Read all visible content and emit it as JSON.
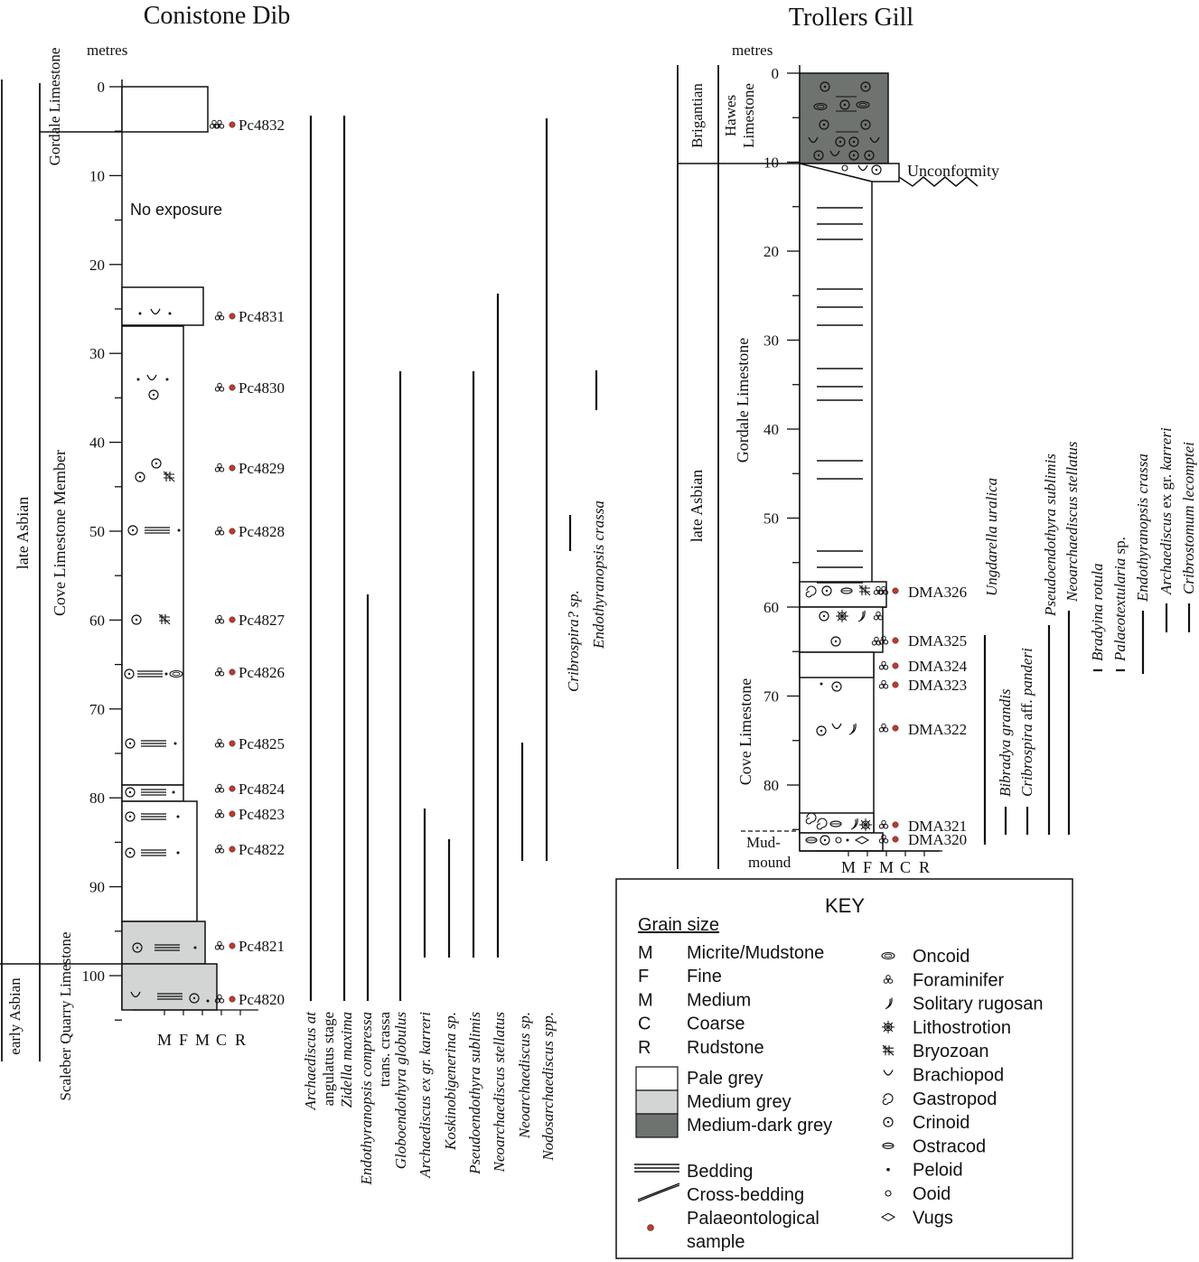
{
  "left_column": {
    "title": "Conistone Dib",
    "units_label": "metres",
    "depth_ticks": [
      "0",
      "10",
      "20",
      "30",
      "40",
      "50",
      "60",
      "70",
      "80",
      "90",
      "100"
    ],
    "stage_labels": [
      "late Asbian",
      "early Asbian"
    ],
    "unit_labels": [
      "Gordale Limestone",
      "Cove Limestone Member",
      "Scaleber Quarry Limestone"
    ],
    "no_exposure": "No exposure",
    "grain_axis": [
      "M",
      "F",
      "M",
      "C",
      "R"
    ],
    "samples": [
      "Pc4832",
      "Pc4831",
      "Pc4830",
      "Pc4829",
      "Pc4828",
      "Pc4827",
      "Pc4826",
      "Pc4825",
      "Pc4824",
      "Pc4823",
      "Pc4822",
      "Pc4821",
      "Pc4820"
    ],
    "taxa": [
      "Archaediscus at angulatus stage",
      "Zidella maxima",
      "Endothyranopsis compressa trans. crassa",
      "Globoendothyra globulus",
      "Archaediscus ex gr. karreri",
      "Koskinobigenerina sp.",
      "Pseudoendothyra sublimis",
      "Neoarchaediscus stellatus",
      "Neoarchaediscus sp.",
      "Nodosarchaediscus spp.",
      "Cribrospira? sp.",
      "Endothyranopsis crassa"
    ]
  },
  "right_column": {
    "title": "Trollers Gill",
    "units_label": "metres",
    "depth_ticks": [
      "0",
      "10",
      "20",
      "30",
      "40",
      "50",
      "60",
      "70",
      "80"
    ],
    "stage_labels": [
      "Brigantian",
      "late Asbian"
    ],
    "unit_labels": [
      "Hawes Limestone",
      "Gordale Limestone",
      "Cove Limestone",
      "Mud-mound"
    ],
    "unconformity": "Unconformity",
    "grain_axis": [
      "M",
      "F",
      "M",
      "C",
      "R"
    ],
    "samples": [
      "DMA326",
      "DMA325",
      "DMA324",
      "DMA323",
      "DMA322",
      "DMA321",
      "DMA320"
    ],
    "taxa": [
      "Ungdarella uralica",
      "Bibradya grandis",
      "Cribrospira aff. panderi",
      "Pseudoendothyra sublimis",
      "Neoarchaediscus stellatus",
      "Bradyina rotula",
      "Palaeotextularia sp.",
      "Endothyranopsis crassa",
      "Archaediscus ex gr. karreri",
      "Cribrostomum lecomptei"
    ]
  },
  "key": {
    "title": "KEY",
    "grain_heading": "Grain size",
    "grain_sizes": [
      {
        "code": "M",
        "label": "Micrite/Mudstone"
      },
      {
        "code": "F",
        "label": "Fine"
      },
      {
        "code": "M",
        "label": "Medium"
      },
      {
        "code": "C",
        "label": "Coarse"
      },
      {
        "code": "R",
        "label": "Rudstone"
      }
    ],
    "colours": [
      {
        "label": "Pale grey",
        "hex": "#ffffff"
      },
      {
        "label": "Medium grey",
        "hex": "#d3d5d4"
      },
      {
        "label": "Medium-dark grey",
        "hex": "#6f7370"
      }
    ],
    "structures": [
      "Bedding",
      "Cross-bedding",
      "Palaeontological sample"
    ],
    "fossils": [
      "Oncoid",
      "Foraminifer",
      "Solitary rugosan",
      "Lithostrotion",
      "Bryozoan",
      "Brachiopod",
      "Gastropod",
      "Crinoid",
      "Ostracod",
      "Peloid",
      "Ooid",
      "Vugs"
    ],
    "sample_dot_color": "#c0392b"
  }
}
